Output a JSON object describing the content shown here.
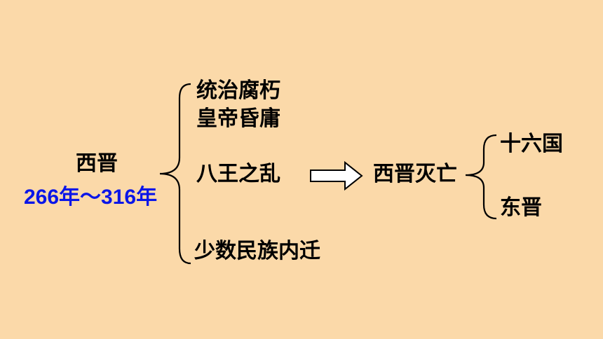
{
  "colors": {
    "background": "#FBD9A9",
    "text": "#000000",
    "years_text": "#0A16E8"
  },
  "root": {
    "title": "西晋",
    "years": "266年～316年"
  },
  "causes": [
    "统治腐朽",
    "皇帝昏庸",
    "八王之乱",
    "少数民族内迁"
  ],
  "result": "西晋灭亡",
  "outcomes": [
    "十六国",
    "东晋"
  ]
}
